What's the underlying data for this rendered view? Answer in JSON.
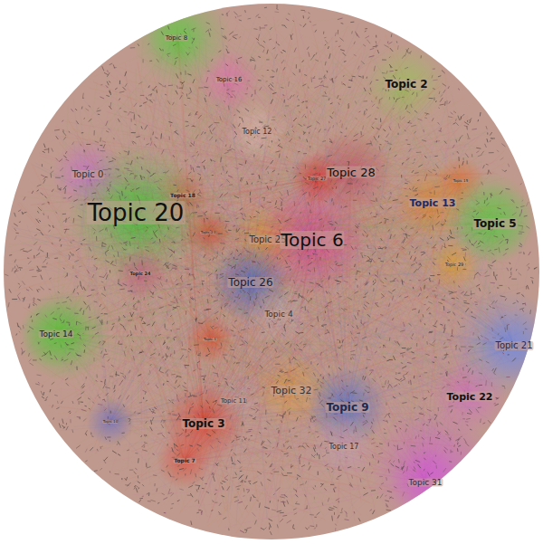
{
  "diagram": {
    "labels": [
      "Topic 8",
      "Topic 16",
      "Topic 2",
      "Topic 12",
      "Topic 28",
      "Topic 0",
      "Topic 27",
      "Topic 15",
      "Topic 18",
      "Topic 13",
      "Topic 20",
      "Topic 5",
      "Topic 23",
      "Topic 25",
      "Topic 6",
      "Topic 29",
      "Topic 24",
      "Topic 26",
      "Topic 4",
      "Topic 14",
      "Topic 1",
      "Topic 21",
      "Topic 32",
      "Topic 22",
      "Topic 11",
      "Topic 9",
      "Topic 10",
      "Topic 3",
      "Topic 17",
      "Topic 7",
      "Topic 31"
    ]
  }
}
